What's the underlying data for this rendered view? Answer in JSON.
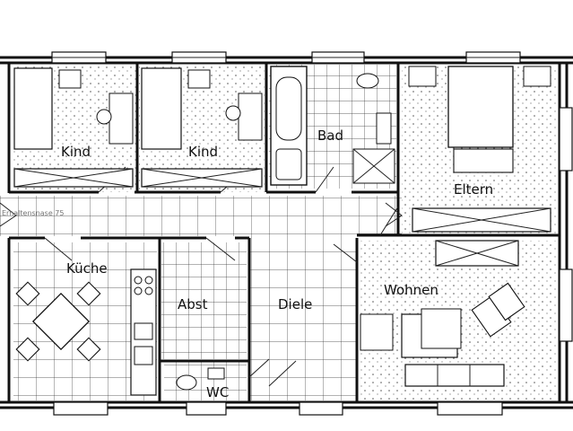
{
  "rooms": {
    "kind_left": "Kind",
    "kind_right": "Kind",
    "bad": "Bad",
    "eltern": "Eltern",
    "kueche": "Küche",
    "abst": "Abst",
    "diele": "Diele",
    "wohnen": "Wohnen",
    "wc": "WC"
  },
  "corridor_note": "Erhaltensnase 75",
  "colors": {
    "ink": "#111111",
    "paper": "#ffffff"
  }
}
